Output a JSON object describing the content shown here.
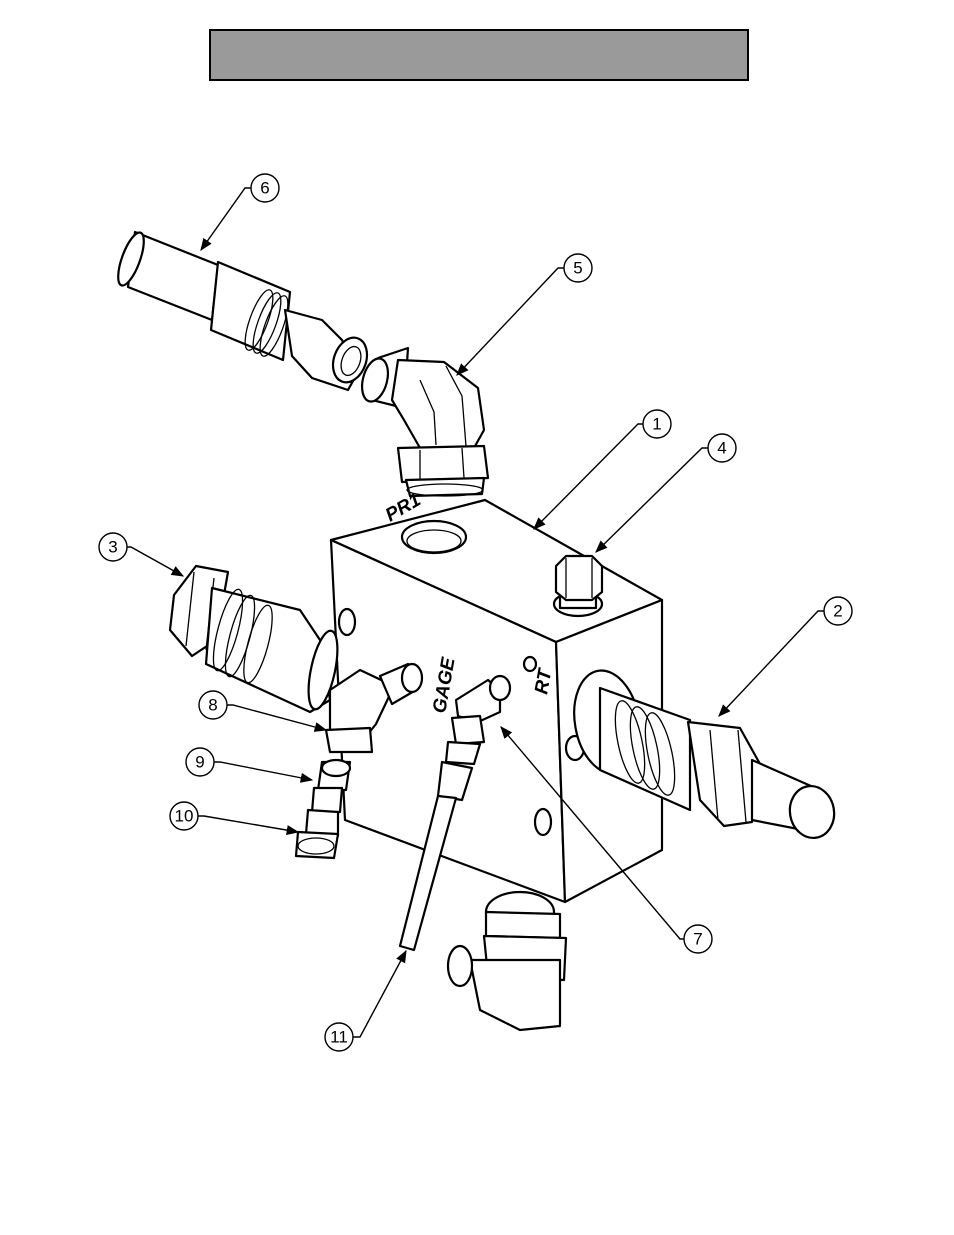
{
  "title_bar": {
    "text": ""
  },
  "port_labels": {
    "pr1": "PR1",
    "gage": "GAGE",
    "rt": "RT"
  },
  "callouts": [
    "1",
    "2",
    "3",
    "4",
    "5",
    "6",
    "7",
    "8",
    "9",
    "10",
    "11"
  ]
}
